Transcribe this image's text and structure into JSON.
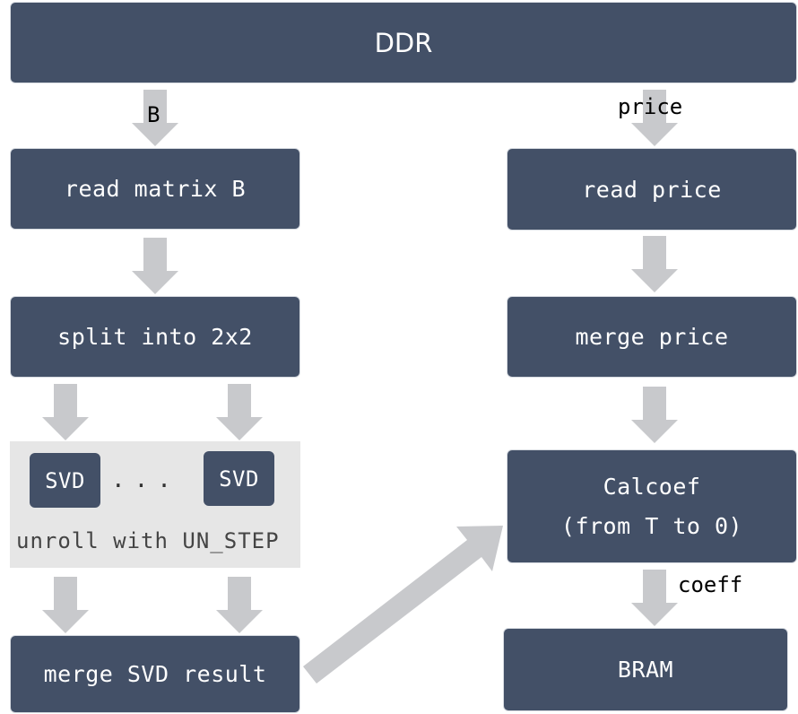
{
  "ddr": "DDR",
  "left": {
    "arrow_label": "B",
    "read_matrix": "read matrix B",
    "split": "split into 2x2",
    "unroll": {
      "svd_a": "SVD",
      "dots": "...",
      "svd_b": "SVD",
      "caption": "unroll with UN_STEP"
    },
    "merge_svd": "merge SVD result"
  },
  "right": {
    "arrow_label": "price",
    "read_price": "read price",
    "merge_price": "merge price",
    "calcoef_line1": "Calcoef",
    "calcoef_line2": "(from T to 0)",
    "coeff_label": "coeff",
    "bram": "BRAM"
  },
  "colors": {
    "box": "#435067",
    "arrow": "#c8c9cc",
    "unroll_bg": "#e6e6e6"
  }
}
